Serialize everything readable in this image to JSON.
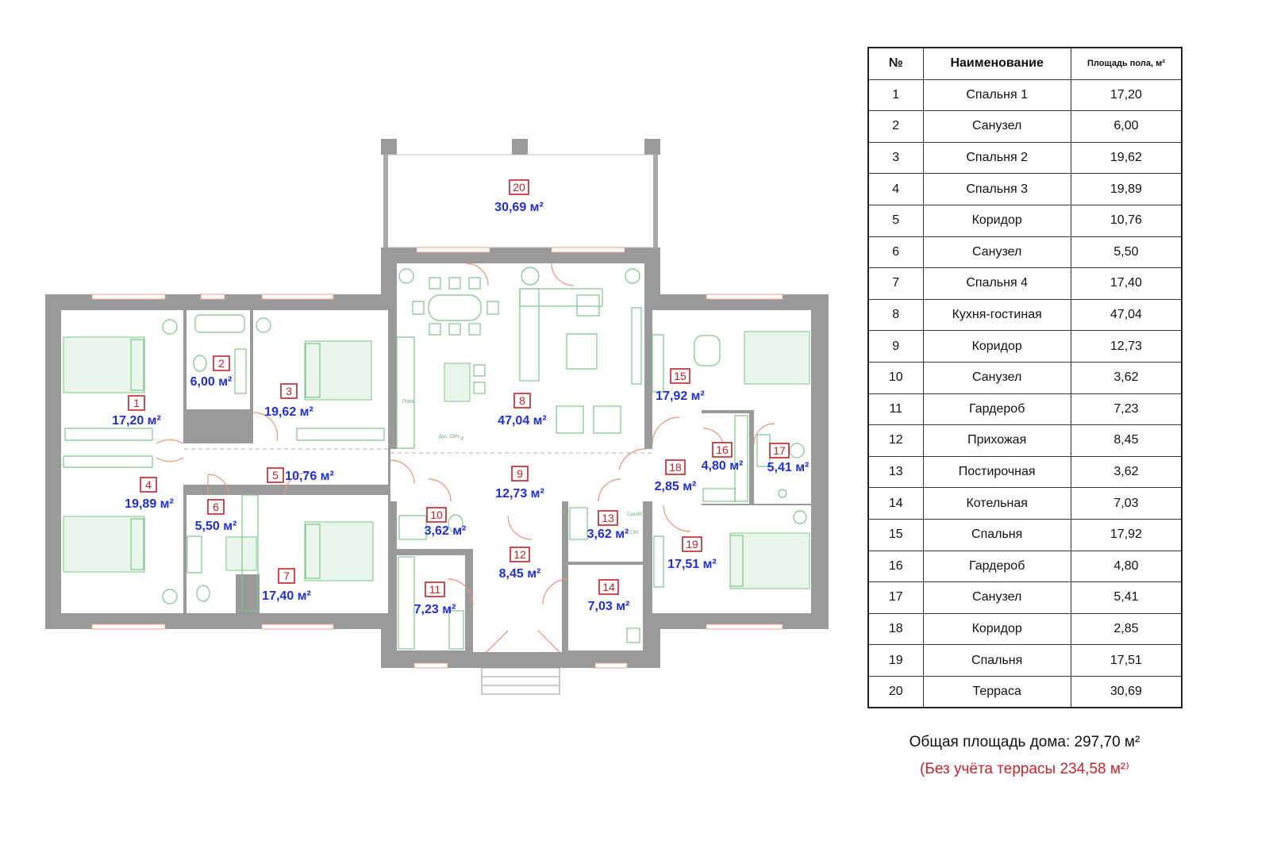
{
  "table": {
    "headers": {
      "num": "№",
      "name": "Наименование",
      "area": "Площадь пола, м²"
    },
    "rows": [
      {
        "num": "1",
        "name": "Спальня 1",
        "area": "17,20"
      },
      {
        "num": "2",
        "name": "Санузел",
        "area": "6,00"
      },
      {
        "num": "3",
        "name": "Спальня 2",
        "area": "19,62"
      },
      {
        "num": "4",
        "name": "Спальня 3",
        "area": "19,89"
      },
      {
        "num": "5",
        "name": "Коридор",
        "area": "10,76"
      },
      {
        "num": "6",
        "name": "Санузел",
        "area": "5,50"
      },
      {
        "num": "7",
        "name": "Спальня 4",
        "area": "17,40"
      },
      {
        "num": "8",
        "name": "Кухня-гостиная",
        "area": "47,04"
      },
      {
        "num": "9",
        "name": "Коридор",
        "area": "12,73"
      },
      {
        "num": "10",
        "name": "Санузел",
        "area": "3,62"
      },
      {
        "num": "11",
        "name": "Гардероб",
        "area": "7,23"
      },
      {
        "num": "12",
        "name": "Прихожая",
        "area": "8,45"
      },
      {
        "num": "13",
        "name": "Постирочная",
        "area": "3,62"
      },
      {
        "num": "14",
        "name": "Котельная",
        "area": "7,03"
      },
      {
        "num": "15",
        "name": "Спальня",
        "area": "17,92"
      },
      {
        "num": "16",
        "name": "Гардероб",
        "area": "4,80"
      },
      {
        "num": "17",
        "name": "Санузел",
        "area": "5,41"
      },
      {
        "num": "18",
        "name": "Коридор",
        "area": "2,85"
      },
      {
        "num": "19",
        "name": "Спальня",
        "area": "17,51"
      },
      {
        "num": "20",
        "name": "Терраса",
        "area": "30,69"
      }
    ]
  },
  "totals": {
    "total": "Общая площадь дома:  297,70 м²",
    "without_terrace": "(Без учёта террасы  234,58 м²⁾"
  },
  "plan": {
    "rooms": [
      {
        "num": "1",
        "area": "17,20 м²"
      },
      {
        "num": "2",
        "area": "6,00 м²"
      },
      {
        "num": "3",
        "area": "19,62 м²"
      },
      {
        "num": "4",
        "area": "19,89 м²"
      },
      {
        "num": "5",
        "area": "10,76 м²"
      },
      {
        "num": "6",
        "area": "5,50 м²"
      },
      {
        "num": "7",
        "area": "17,40 м²"
      },
      {
        "num": "8",
        "area": "47,04 м²"
      },
      {
        "num": "9",
        "area": "12,73 м²"
      },
      {
        "num": "10",
        "area": "3,62 м²"
      },
      {
        "num": "11",
        "area": "7,23 м²"
      },
      {
        "num": "12",
        "area": "8,45 м²"
      },
      {
        "num": "13",
        "area": "3,62 м²"
      },
      {
        "num": "14",
        "area": "7,03 м²"
      },
      {
        "num": "15",
        "area": "17,92 м²"
      },
      {
        "num": "16",
        "area": "4,80 м²"
      },
      {
        "num": "17",
        "area": "5,41 м²"
      },
      {
        "num": "18",
        "area": "2,85 м²"
      },
      {
        "num": "19",
        "area": "17,51 м²"
      },
      {
        "num": "20",
        "area": "30,69 м²"
      }
    ],
    "fixture_labels": {
      "dish": "ПММ",
      "oven": "Дух. СВЧ",
      "hob": "Х",
      "dryer": "Суш/М",
      "washer": "С/М"
    }
  },
  "colors": {
    "room_number": "#c0222a",
    "room_area": "#1f2fd4",
    "furniture": "#7cc48a",
    "door": "#e8957a",
    "wall": "#9a9a9a"
  }
}
